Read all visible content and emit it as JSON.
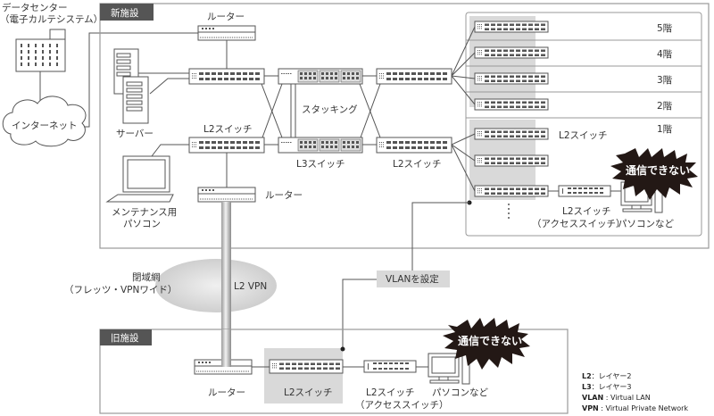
{
  "datacenter": {
    "title": "データセンター",
    "subtitle": "（電子カルテシステム）"
  },
  "internet": {
    "label": "インターネット"
  },
  "new_facility": {
    "tab": "新施設",
    "router_top": "ルーター",
    "router_bottom": "ルーター",
    "server": "サーバー",
    "maintenance_pc": [
      "メンテナンス用",
      "パソコン"
    ],
    "l2_switch_left": "L2スイッチ",
    "stacking": "スタッキング",
    "l3_switch": "L3スイッチ",
    "l2_switch_right": "L2スイッチ",
    "floors": [
      "5階",
      "4階",
      "3階",
      "2階",
      "1階"
    ],
    "floor1_l2_switch": "L2スイッチ",
    "access_switch": [
      "L2スイッチ",
      "（アクセススイッチ）"
    ],
    "pc": "パソコンなど",
    "burst": "通信できない"
  },
  "wan": {
    "closed_network": [
      "閉域網",
      "（フレッツ・VPNワイド）"
    ],
    "vpn_label": "L2 VPN",
    "vlan_callout": "VLANを設定"
  },
  "old_facility": {
    "tab": "旧施設",
    "router": "ルーター",
    "l2_switch": "L2スイッチ",
    "access_switch": [
      "L2スイッチ",
      "（アクセススイッチ）"
    ],
    "pc": "パソコンなど",
    "burst": "通信できない"
  },
  "legend": [
    {
      "term": "L2",
      "desc": "レイヤー2"
    },
    {
      "term": "L3",
      "desc": "レイヤー3"
    },
    {
      "term": "VLAN",
      "desc": "Virtual LAN"
    },
    {
      "term": "VPN",
      "desc": "Virtual Private Network"
    }
  ],
  "colors": {
    "tab_bg": "#555555",
    "highlight_bg": "#d9d9d9",
    "burst_bg": "#231815",
    "frame": "#999999"
  }
}
